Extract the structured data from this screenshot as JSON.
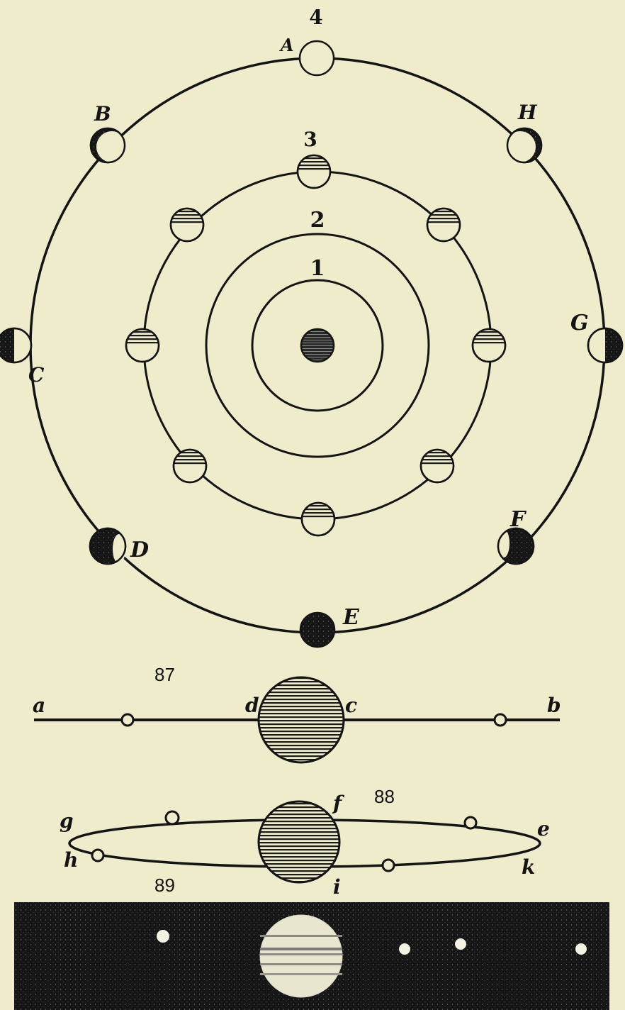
{
  "orbit_numbers": [
    "1",
    "2",
    "3",
    "4"
  ],
  "outer_positions": [
    "A",
    "B",
    "C",
    "D",
    "E",
    "F",
    "G",
    "H"
  ],
  "figure_numbers": [
    "87",
    "88",
    "89"
  ],
  "line_labels": [
    "a",
    "d",
    "c",
    "b"
  ],
  "ellipse_labels": [
    "g",
    "f",
    "e",
    "h",
    "i",
    "k"
  ],
  "colors": {
    "paper": "#efeccb",
    "ink": "#141414"
  }
}
